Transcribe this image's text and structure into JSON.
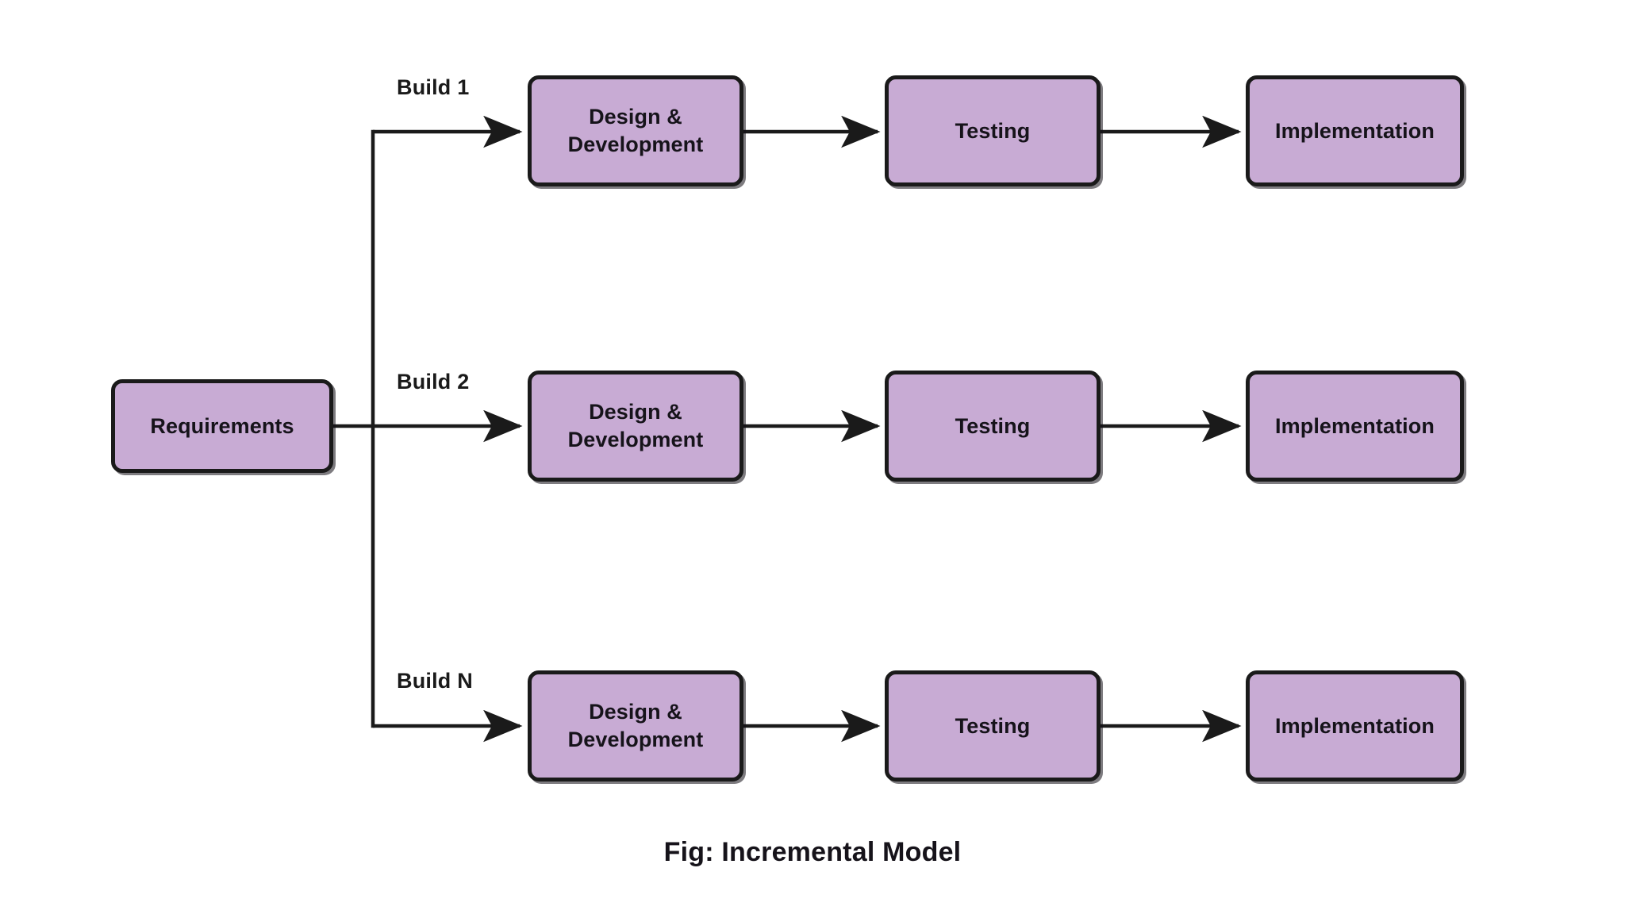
{
  "figure": {
    "caption": "Fig: Incremental Model",
    "background_color": "#ffffff",
    "node_fill_color": "#c8abd4",
    "node_border_color": "#1a1a1a",
    "text_color": "#16131a",
    "connector_color": "#1a1a1a"
  },
  "start_node": {
    "label": "Requirements"
  },
  "branches": [
    {
      "label": "Build 1",
      "stages": [
        {
          "label": "Design &\nDevelopment"
        },
        {
          "label": "Testing"
        },
        {
          "label": "Implementation"
        }
      ]
    },
    {
      "label": "Build 2",
      "stages": [
        {
          "label": "Design &\nDevelopment"
        },
        {
          "label": "Testing"
        },
        {
          "label": "Implementation"
        }
      ]
    },
    {
      "label": "Build N",
      "stages": [
        {
          "label": "Design &\nDevelopment"
        },
        {
          "label": "Testing"
        },
        {
          "label": "Implementation"
        }
      ]
    }
  ]
}
